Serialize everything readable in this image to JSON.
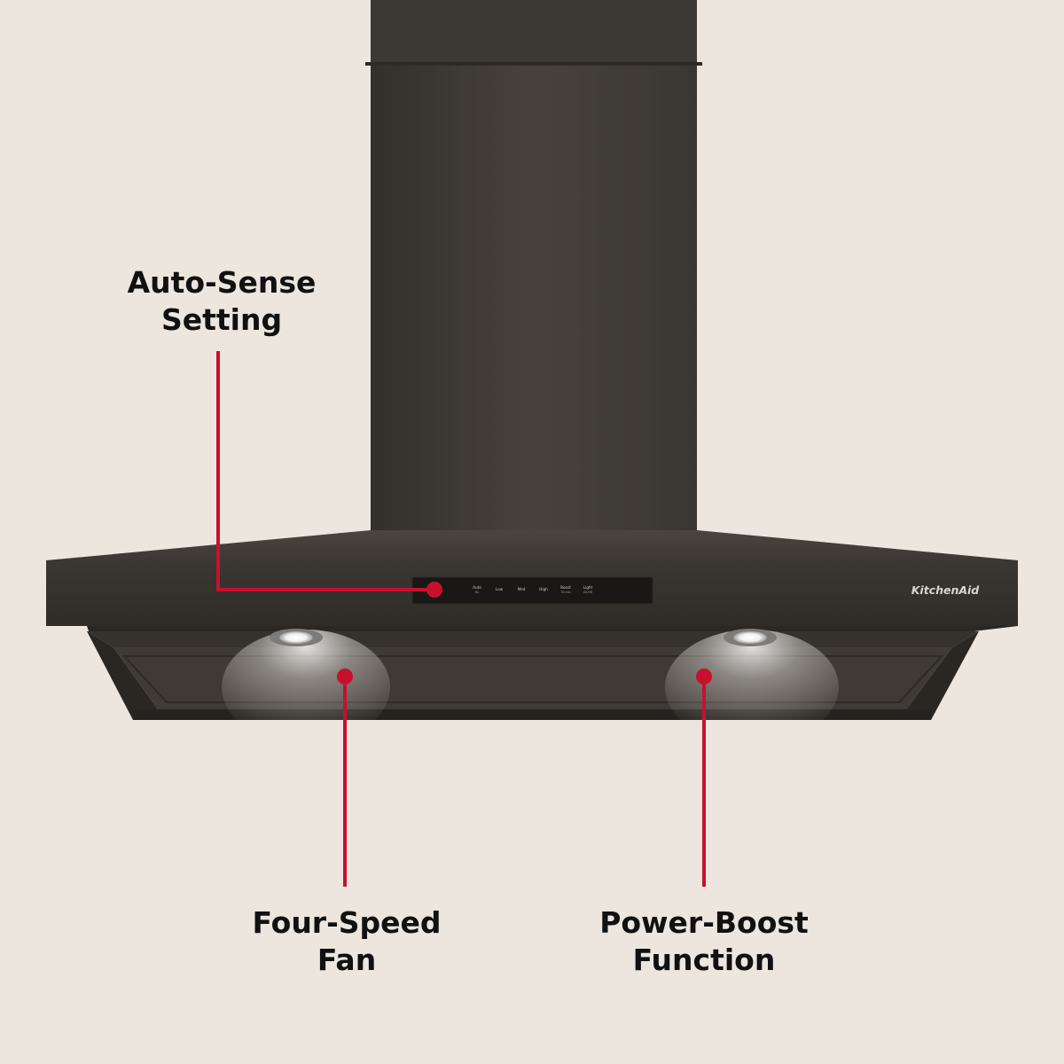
{
  "colors": {
    "background": "#ece6df",
    "hood_body": "#3a3631",
    "accent_red": "#c8102e",
    "label_text": "#111111"
  },
  "product": {
    "brand": "KitchenAid",
    "control_panel": {
      "buttons": [
        {
          "label": "Auto",
          "sublabel": "On"
        },
        {
          "label": "Low",
          "sublabel": ""
        },
        {
          "label": "Med",
          "sublabel": ""
        },
        {
          "label": "High",
          "sublabel": ""
        },
        {
          "label": "Boost",
          "sublabel": "30 min"
        },
        {
          "label": "Light",
          "sublabel": "On/Off"
        }
      ]
    }
  },
  "callouts": {
    "auto_sense": {
      "line1": "Auto-Sense",
      "line2": "Setting"
    },
    "four_speed": {
      "line1": "Four-Speed",
      "line2": "Fan"
    },
    "power_boost": {
      "line1": "Power-Boost",
      "line2": "Function"
    }
  }
}
